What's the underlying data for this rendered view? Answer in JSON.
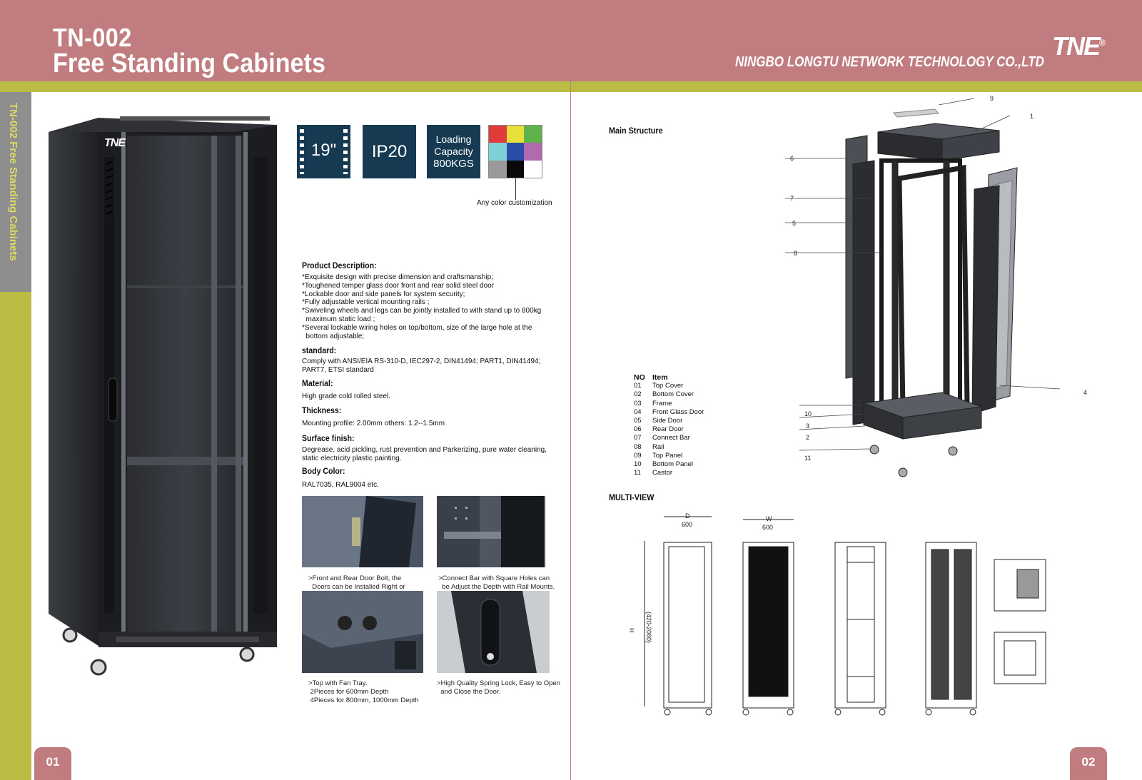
{
  "header": {
    "model": "TN-002",
    "product": "Free Standing Cabinets",
    "company": "NINGBO LONGTU NETWORK TECHNOLOGY CO.,LTD",
    "logo_text": "TNE",
    "logo_mark": "®"
  },
  "sidebar": {
    "vertical_text": "TN-002 Free Standing Cabinets"
  },
  "cabinet_photo": {
    "logo_text": "TNE"
  },
  "badges": {
    "size": "19\"",
    "ip": "IP20",
    "loading_lines": [
      "Loading",
      "Capacity",
      "800KGS"
    ],
    "color_note": "Any color customization",
    "swatch_colors": [
      "#e03c3c",
      "#e8e03a",
      "#5fb34a",
      "#7fcfd6",
      "#2a4ea8",
      "#b06bb0",
      "#9a9a9a",
      "#0a0a0a",
      "#ffffff"
    ]
  },
  "description": {
    "product_heading": "Product Description:",
    "product_lines": "*Exquisite design with precise dimension and craftsmanship;\n*Toughened temper glass door front and rear solid steel door\n*Lockable door and side panels for system security;\n*Fully adjustable vertical mounting rails ;\n*Swiveling wheels and legs can be jointly installed to with stand up to 800kg\n  maximum static load ;\n*Several lockable wiring holes on top/bottom, size of the large hole at the\n  bottom adjustable;",
    "standard_heading": "standard:",
    "standard_text": "Comply with ANSI/EIA RS-310-D, IEC297-2, DIN41494; PART1, DIN41494;\nPART7, ETSI standard",
    "material_heading": "Material:",
    "material_text": "High grade cold rolled steel.",
    "thickness_heading": "Thickness:",
    "thickness_text": "Mounting profile: 2.00mm others: 1.2--1.5mm",
    "surface_heading": "Surface finish:",
    "surface_text": "Degrease, acid pickling, rust prevention and Parkerizing, pure water cleaning,\nstatic electricity plastic painting.",
    "body_heading": "Body Color:",
    "body_text": "RAL7035, RAL9004 etc."
  },
  "detail_photos": [
    {
      "caption": ">Front and Rear Door Bolt, the\n  Doors can be Installed Right or\n  Left"
    },
    {
      "caption": ">Connect Bar with Square Holes can\n  be Adjust the Depth with Rail Mounts."
    },
    {
      "caption": ">Top with Fan Tray.\n 2Pieces for 600mm Depth\n 4Pieces for 800mm, 1000mm Depth"
    },
    {
      "caption": ">High Quality Spring Lock, Easy to Open\n  and Close the Door."
    }
  ],
  "main_structure": {
    "heading": "Main Structure",
    "table_header": {
      "no": "NO",
      "item": "Item"
    },
    "parts": [
      {
        "no": "01",
        "item": "Top Cover"
      },
      {
        "no": "02",
        "item": "Bottom Cover"
      },
      {
        "no": "03",
        "item": "Frame"
      },
      {
        "no": "04",
        "item": "Front Glass Door"
      },
      {
        "no": "05",
        "item": "Side Door"
      },
      {
        "no": "06",
        "item": "Rear Door"
      },
      {
        "no": "07",
        "item": "Connect Bar"
      },
      {
        "no": "08",
        "item": "Rail"
      },
      {
        "no": "09",
        "item": "Top Panel"
      },
      {
        "no": "10",
        "item": "Bottom Panel"
      },
      {
        "no": "11",
        "item": "Castor"
      }
    ],
    "callouts": [
      "9",
      "1",
      "6",
      "7",
      "5",
      "8",
      "4",
      "10",
      "3",
      "2",
      "11"
    ]
  },
  "multi_view": {
    "heading": "MULTI-VIEW",
    "dim_d_label": "D",
    "dim_d_value": "600",
    "dim_w_label": "W",
    "dim_w_value": "600",
    "dim_h_label": "H",
    "dim_h_value": "(420-2060)"
  },
  "pages": {
    "left": "01",
    "right": "02"
  }
}
